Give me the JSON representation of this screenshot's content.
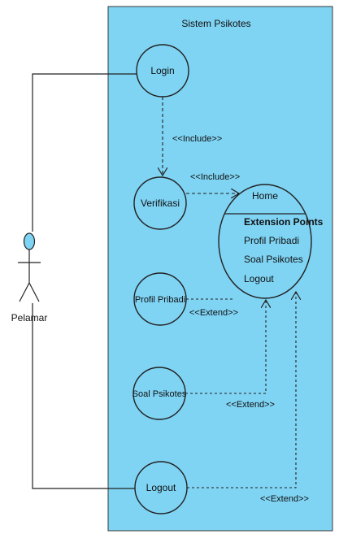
{
  "diagram": {
    "system_title": "Sistem Psikotes",
    "actor": {
      "name": "Pelamar"
    },
    "use_cases": {
      "login": "Login",
      "verifikasi": "Verifikasi",
      "profil_pribadi": "Profil Pribadi",
      "soal_psikotes": "Soal Psikotes",
      "logout": "Logout"
    },
    "home": {
      "title": "Home",
      "extension_points_title": "Extension Points",
      "extension_points": [
        "Profil Pribadi",
        "Soal Psikotes",
        "Logout"
      ]
    },
    "relations": {
      "include_login_verifikasi": "<<Include>>",
      "include_verifikasi_home": "<<Include>>",
      "extend_profil": "<<Extend>>",
      "extend_soal": "<<Extend>>",
      "extend_logout": "<<Extend>>"
    },
    "colors": {
      "system_fill": "#7fd3f3",
      "system_border": "#3a3a3a",
      "actor_head": "#7fd3f3",
      "line": "#222222"
    }
  }
}
